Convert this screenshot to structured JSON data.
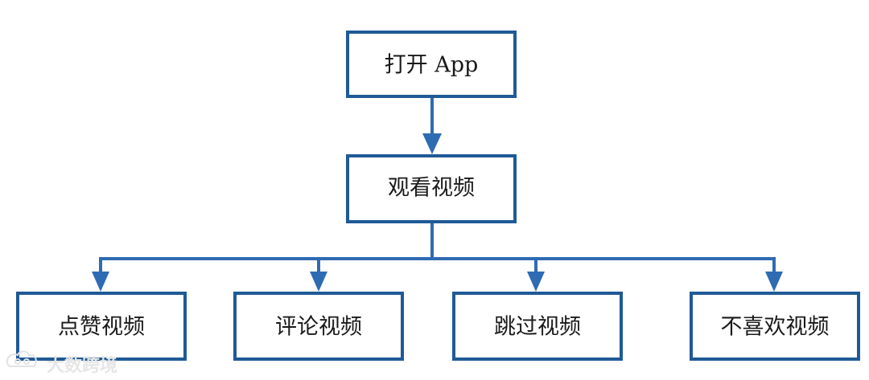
{
  "nodes": {
    "open_app": "打开 App",
    "watch_video": "观看视频",
    "like_video": "点赞视频",
    "comment_video": "评论视频",
    "skip_video": "跳过视频",
    "dislike_video": "不喜欢视频"
  },
  "watermark": {
    "text": "大数跨境",
    "logo_icon": "cloud-swirl-icon"
  },
  "colors": {
    "box_border": "#1f5a96",
    "arrow": "#2f6bb3",
    "text": "#1a1a1a"
  }
}
